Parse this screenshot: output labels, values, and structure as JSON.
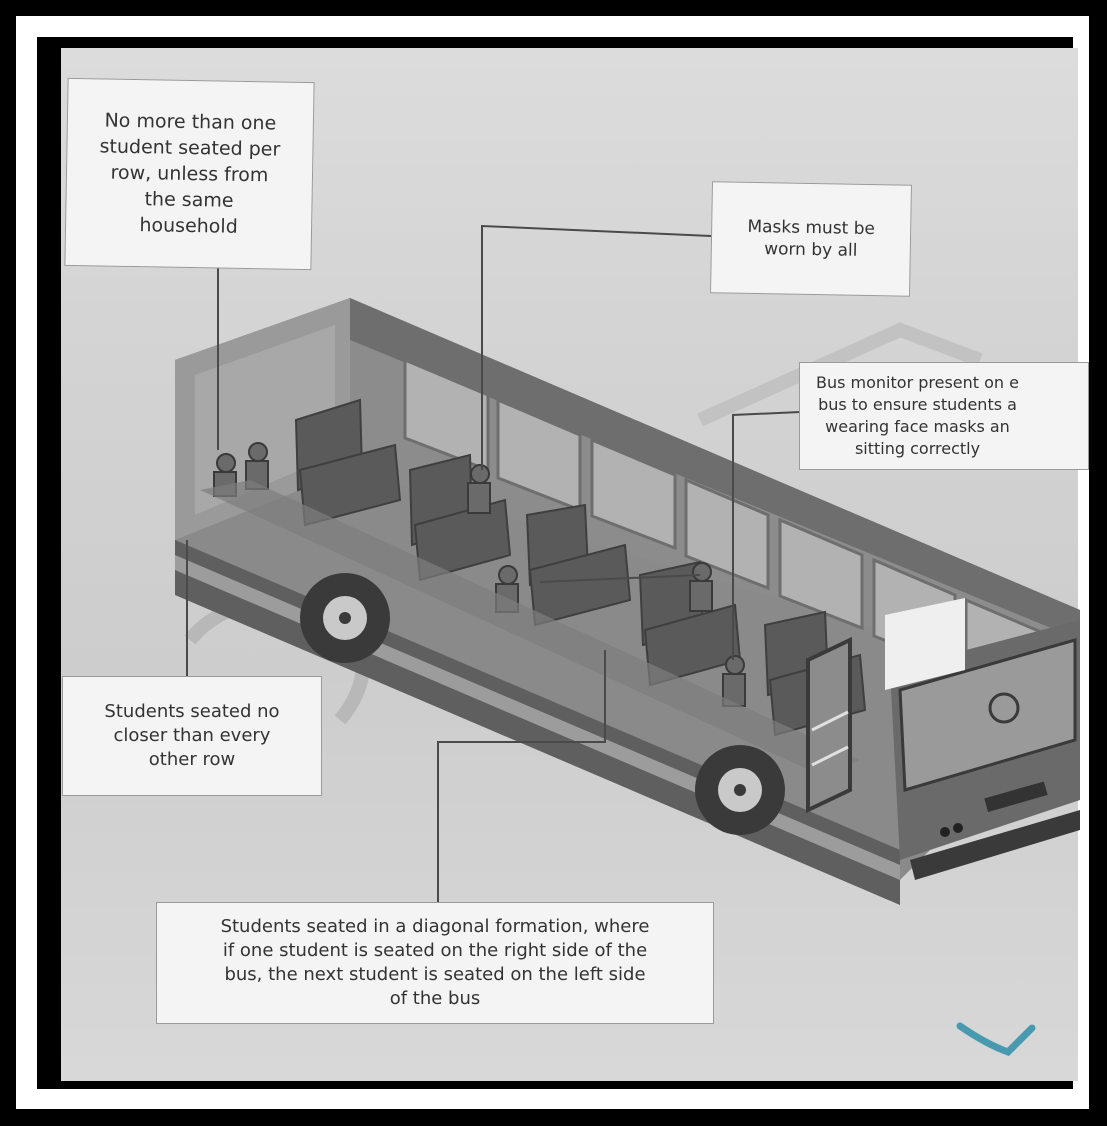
{
  "callouts": {
    "one_per_row": "No more than one\nstudent seated per\nrow, unless from\nthe same\nhousehold",
    "masks": "Masks must be\nworn by all",
    "monitor": "Bus monitor present on e\nbus to ensure students a\nwearing face masks an\nsitting correctly",
    "every_other_row": "Students seated no\ncloser than every\nother row",
    "diagonal": "Students seated in a diagonal formation, where\nif one student is seated on the right side of the\nbus, the next student is seated on the left side\nof the bus"
  },
  "colors": {
    "bus_body": "#7a7a7a",
    "bus_dark": "#4a4a4a",
    "bus_light": "#9c9c9c",
    "checkmark": "#2e8fa8"
  },
  "icons": [
    "bus-illustration",
    "student-figure",
    "steering-wheel",
    "checkmark"
  ]
}
